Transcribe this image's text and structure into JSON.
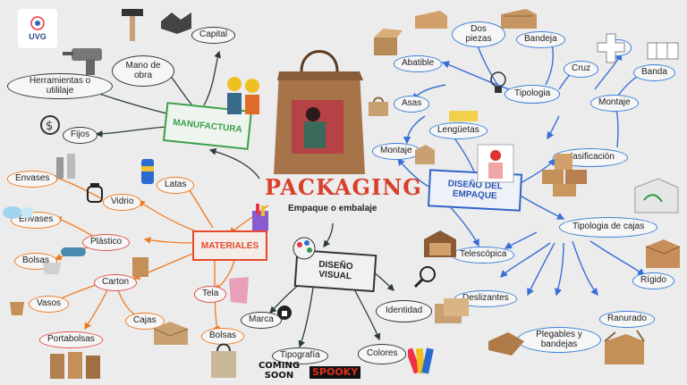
{
  "logo": {
    "text": "UVG"
  },
  "title": "PACKAGING",
  "subtitle": "Empaque o embalaje",
  "hubs": {
    "manufactura": "MANUFACTURA",
    "materiales": "MATERIALES",
    "diseno_visual": "DISEÑO VISUAL",
    "diseno_empaque": "DISEÑO DEL EMPAQUE"
  },
  "manufactura": {
    "capital": "Capital",
    "mano_de_obra": "Mano de obra",
    "herramientas": "Herramientas o utililaje",
    "fijos": "Fijos"
  },
  "materiales": {
    "latas": "Latas",
    "vidrio": "Vidrio",
    "envases_vidrio": "Envases",
    "envases_plastico": "Envases",
    "plastico": "Plástico",
    "bolsas_plastico": "Bolsas",
    "carton": "Carton",
    "vasos": "Vasos",
    "cajas": "Cajas",
    "portabolsas": "Portabolsas",
    "tela": "Tela",
    "bolsas_tela": "Bolsas"
  },
  "diseno_visual": {
    "marca": "Marca",
    "identidad": "Identidad",
    "tipografia": "Tipografía",
    "colores": "Colores",
    "coming_soon": "COMING SOON",
    "spooky": "SPOOKY"
  },
  "diseno_empaque": {
    "abatible": "Abatible",
    "dos_piezas": "Dos piezas",
    "bandeja": "Bandeja",
    "tipologia": "Tipologia",
    "cruz": "Cruz",
    "t_label": "\"T\"",
    "banda": "Banda",
    "montaje_top": "Montaje",
    "asas": "Asas",
    "lenguetas": "Lengüetas",
    "montaje_left": "Montaje",
    "clasificacion": "clasificación",
    "tipologia_cajas": "Tipologia de cajas",
    "telescopica": "Telescópica",
    "rigido": "Rígido",
    "deslizantes": "Deslizantes",
    "plegables": "Plegables y bandejas",
    "ranurado": "Ranurado"
  }
}
